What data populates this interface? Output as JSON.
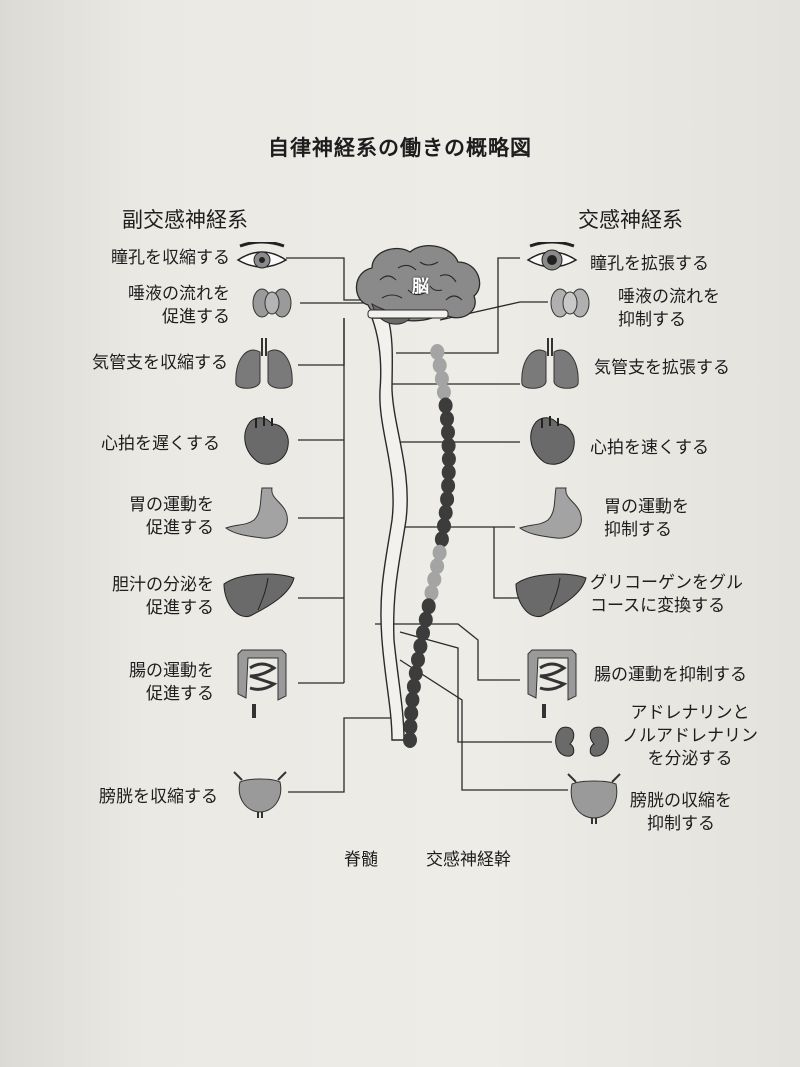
{
  "title": "自律神経系の働きの概略図",
  "parasympathetic": {
    "heading": "副交感神経系",
    "items": [
      {
        "l1": "瞳孔を収縮する",
        "l2": ""
      },
      {
        "l1": "唾液の流れを",
        "l2": "促進する"
      },
      {
        "l1": "気管支を収縮する",
        "l2": ""
      },
      {
        "l1": "心拍を遅くする",
        "l2": ""
      },
      {
        "l1": "胃の運動を",
        "l2": "促進する"
      },
      {
        "l1": "胆汁の分泌を",
        "l2": "促進する"
      },
      {
        "l1": "腸の運動を",
        "l2": "促進する"
      },
      {
        "l1": "膀胱を収縮する",
        "l2": ""
      }
    ]
  },
  "sympathetic": {
    "heading": "交感神経系",
    "items": [
      {
        "l1": "瞳孔を拡張する",
        "l2": ""
      },
      {
        "l1": "唾液の流れを",
        "l2": "抑制する"
      },
      {
        "l1": "気管支を拡張する",
        "l2": ""
      },
      {
        "l1": "心拍を速くする",
        "l2": ""
      },
      {
        "l1": "胃の運動を",
        "l2": "抑制する"
      },
      {
        "l1": "グリコーゲンをグル",
        "l2": "コースに変換する"
      },
      {
        "l1": "腸の運動を抑制する",
        "l2": ""
      },
      {
        "l1": "アドレナリンと",
        "l2": "ノルアドレナリン",
        "l3": "を分泌する"
      },
      {
        "l1": "膀胱の収縮を",
        "l2": "抑制する"
      }
    ]
  },
  "brain_label": "脳",
  "spinal_cord_label": "脊髄",
  "sympathetic_trunk_label": "交感神経幹",
  "colors": {
    "organ": "#6e6e6e",
    "organ_light": "#8f8f8f",
    "line": "#2a2a2a",
    "trunk_dark": "#3c3c3c",
    "trunk_light": "#a4a4a4"
  },
  "icons": [
    "eye-icon",
    "salivary-gland-icon",
    "lungs-icon",
    "heart-icon",
    "stomach-icon",
    "liver-icon",
    "intestine-icon",
    "bladder-icon",
    "kidney-icon",
    "brain-icon"
  ]
}
